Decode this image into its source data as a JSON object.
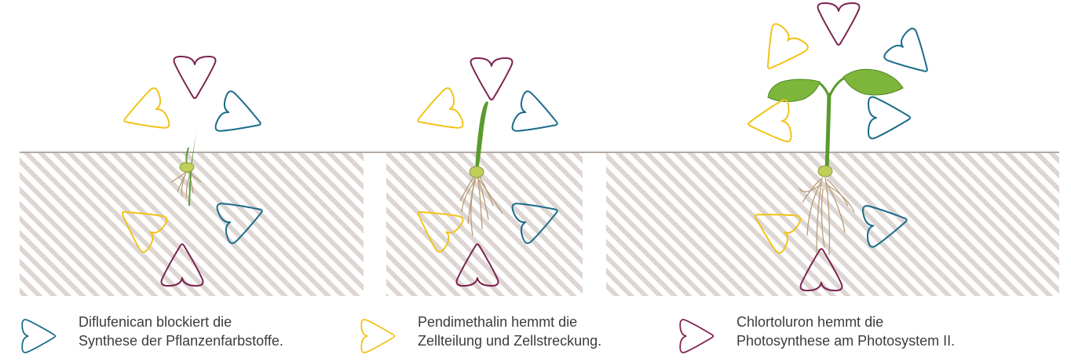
{
  "colors": {
    "blue": "#1a6b8a",
    "yellow": "#f2c318",
    "purple": "#7c2350",
    "ground_line": "#b3aaa4",
    "soil_stripe": "#ddd6d3",
    "leaf": "#7db63a",
    "stem": "#5a9a2f",
    "seed": "#bfcf5a",
    "root": "#b89c76"
  },
  "stages": [
    {
      "name": "seedling-early",
      "stage": "emerging"
    },
    {
      "name": "seedling-mid",
      "stage": "sprout"
    },
    {
      "name": "seedling-late",
      "stage": "two-leaf"
    }
  ],
  "legend": [
    {
      "color_key": "blue",
      "line1": "Diflufenican blockiert die",
      "line2": "Synthese der Pflanzenfarbstoffe."
    },
    {
      "color_key": "yellow",
      "line1": "Pendimethalin hemmt die",
      "line2": "Zellteilung und Zellstreckung."
    },
    {
      "color_key": "purple",
      "line1": "Chlortoluron hemmt die",
      "line2": "Photosynthese am Photosystem II."
    }
  ]
}
